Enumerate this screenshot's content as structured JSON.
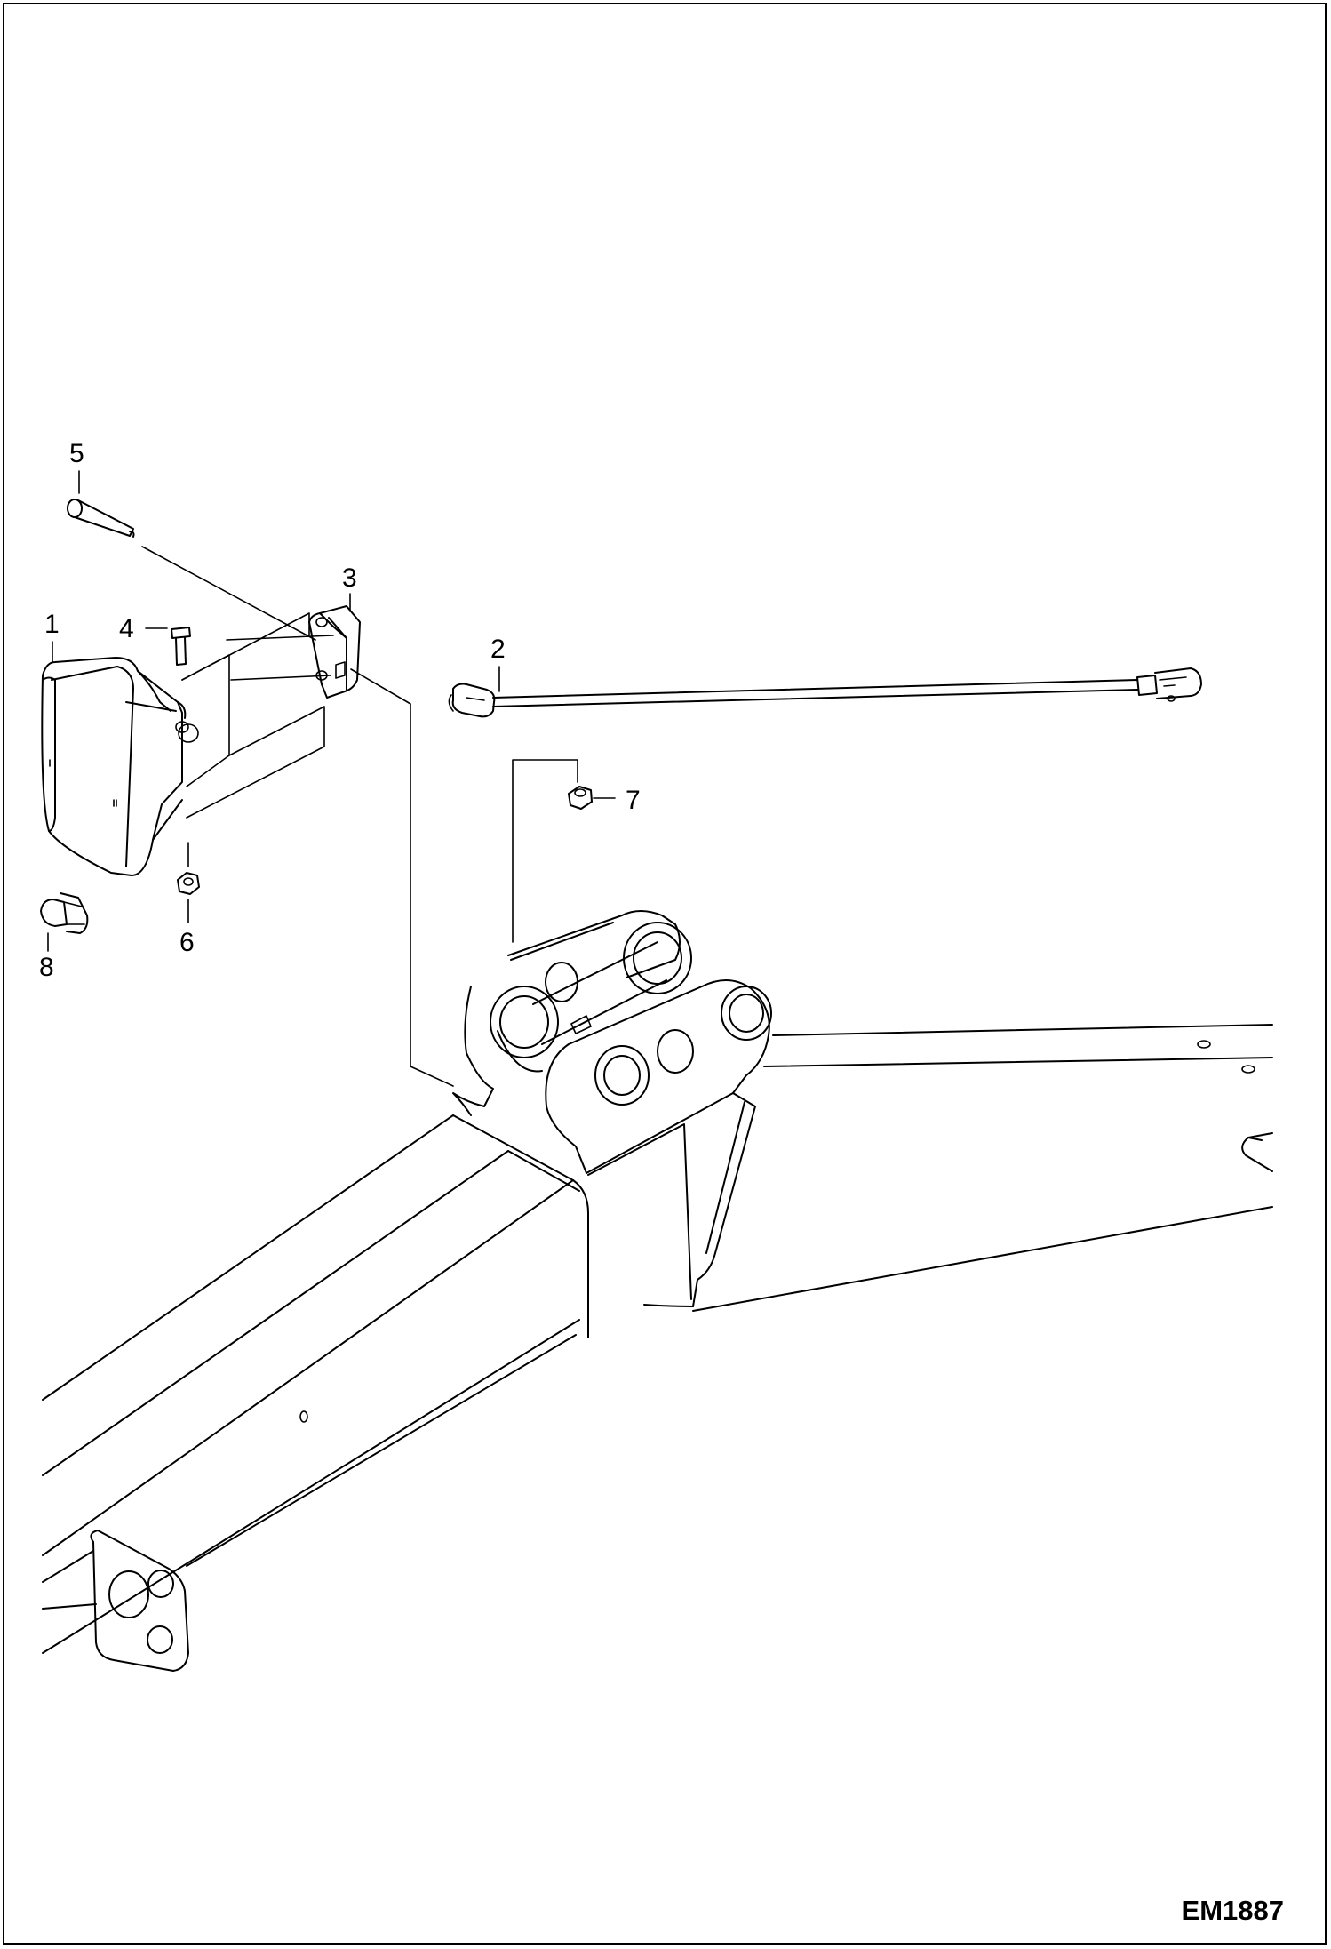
{
  "drawing_id": "EM1887",
  "callouts": [
    {
      "number": "1",
      "part": "work-light"
    },
    {
      "number": "2",
      "part": "wire-harness"
    },
    {
      "number": "3",
      "part": "mounting-bracket"
    },
    {
      "number": "4",
      "part": "bolt"
    },
    {
      "number": "5",
      "part": "long-bolt"
    },
    {
      "number": "6",
      "part": "nut"
    },
    {
      "number": "7",
      "part": "nut"
    },
    {
      "number": "8",
      "part": "bulb"
    }
  ]
}
